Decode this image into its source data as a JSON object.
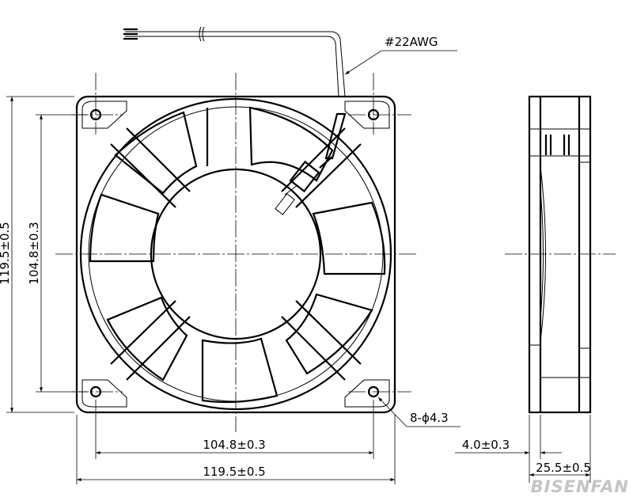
{
  "labels": {
    "wire_gauge": "#22AWG",
    "hole_callout": "8-ϕ4.3",
    "dim_hole_pitch_h": "104.8±0.3",
    "dim_frame_width": "119.5±0.5",
    "dim_hole_pitch_v": "104.8±0.3",
    "dim_frame_height": "119.5±0.5",
    "dim_flange_thickness": "4.0±0.3",
    "dim_fan_depth": "25.5±0.5"
  },
  "brand": "BISENFAN"
}
